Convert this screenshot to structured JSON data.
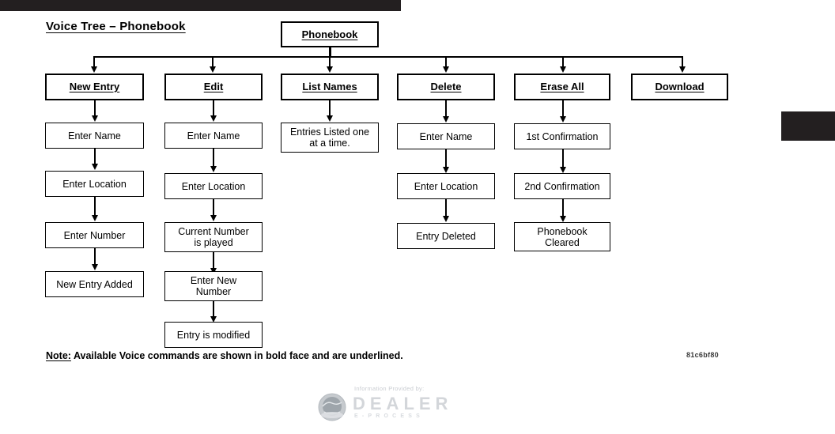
{
  "page": {
    "title": "Voice Tree – Phonebook",
    "doc_id": "81c6bf80",
    "note_prefix": "Note:",
    "note_text": " Available Voice commands are shown in bold face and are underlined."
  },
  "root": {
    "label": "Phonebook"
  },
  "columns": [
    {
      "command": "New Entry",
      "steps": [
        "Enter Name",
        "Enter Location",
        "Enter Number",
        "New Entry Added"
      ]
    },
    {
      "command": "Edit",
      "steps": [
        "Enter Name",
        "Enter Location",
        "Current Number\nis played",
        "Enter New\nNumber",
        "Entry is modified"
      ]
    },
    {
      "command": "List Names",
      "steps": [
        "Entries Listed one\nat a time."
      ]
    },
    {
      "command": "Delete",
      "steps": [
        "Enter Name",
        "Enter Location",
        "Entry Deleted"
      ]
    },
    {
      "command": "Erase All",
      "steps": [
        "1st Confirmation",
        "2nd Confirmation",
        "Phonebook\nCleared"
      ]
    },
    {
      "command": "Download",
      "steps": []
    }
  ],
  "footer": {
    "provided_by": "Information Provided by:",
    "brand": "DEALER",
    "brand_sub": "E-PROCESS"
  },
  "colors": {
    "bar": "#231f20",
    "line": "#000000",
    "background": "#ffffff",
    "footer_gray": "#d3d6da"
  }
}
